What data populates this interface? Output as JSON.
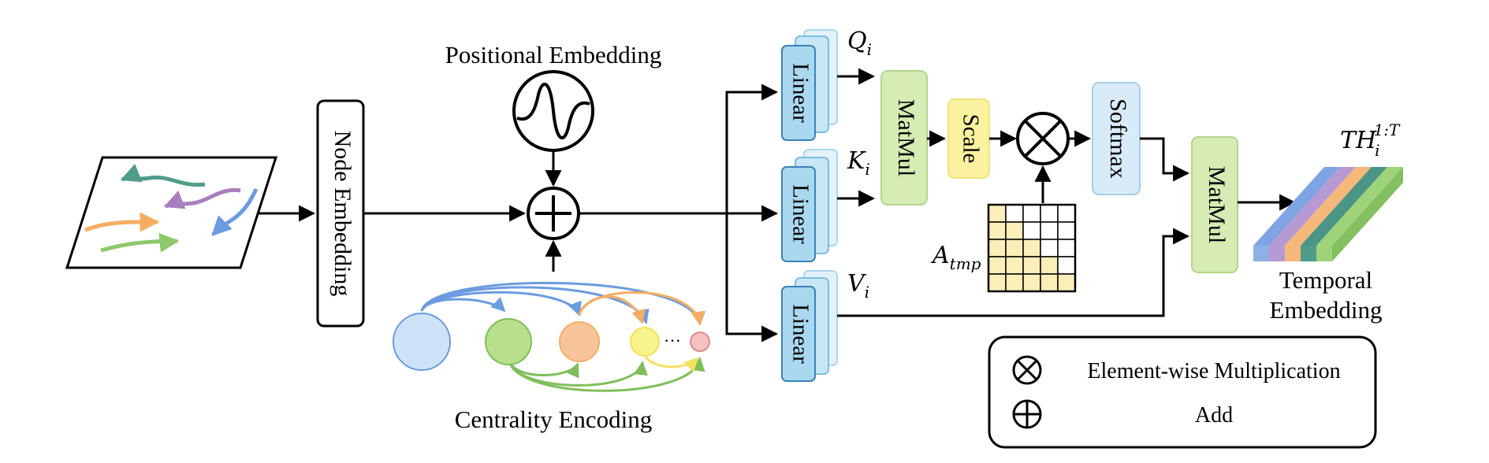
{
  "labels": {
    "node_embedding": "Node Embedding",
    "positional_embedding": "Positional Embedding",
    "centrality_encoding": "Centrality Encoding",
    "linear": "Linear",
    "matmul": "MatMul",
    "scale": "Scale",
    "softmax": "Softmax",
    "q": "Q",
    "q_sub": "i",
    "k": "K",
    "k_sub": "i",
    "v": "V",
    "v_sub": "i",
    "a": "A",
    "a_sub": "tmp",
    "th": "TH",
    "th_sub": "i",
    "th_sup": "1:T",
    "temporal_embedding_line1": "Temporal",
    "temporal_embedding_line2": "Embedding",
    "ellipsis": "···"
  },
  "legend": {
    "items": [
      {
        "icon": "circle-times-icon",
        "label": "Element-wise Multiplication"
      },
      {
        "icon": "circle-plus-icon",
        "label": "Add"
      }
    ]
  },
  "colors": {
    "linear_fill": "#a9d8f0",
    "linear_stroke": "#3b82b6",
    "matmul_fill": "#d6ecb4",
    "scale_fill": "#fbf2a0",
    "softmax_fill": "#d9ebf9",
    "mask_fill": "#fbeeb8",
    "traj_teal": "#4f9c8b",
    "traj_purple": "#a77fbf",
    "traj_blue": "#6b9be0",
    "traj_orange": "#f6ad62",
    "traj_green": "#8dc96b",
    "node_blue": "#cfe3f8",
    "node_green": "#b8e08c",
    "node_orange": "#f8c59a",
    "node_yellow": "#f8f38a",
    "node_pink": "#f7c1c1"
  }
}
